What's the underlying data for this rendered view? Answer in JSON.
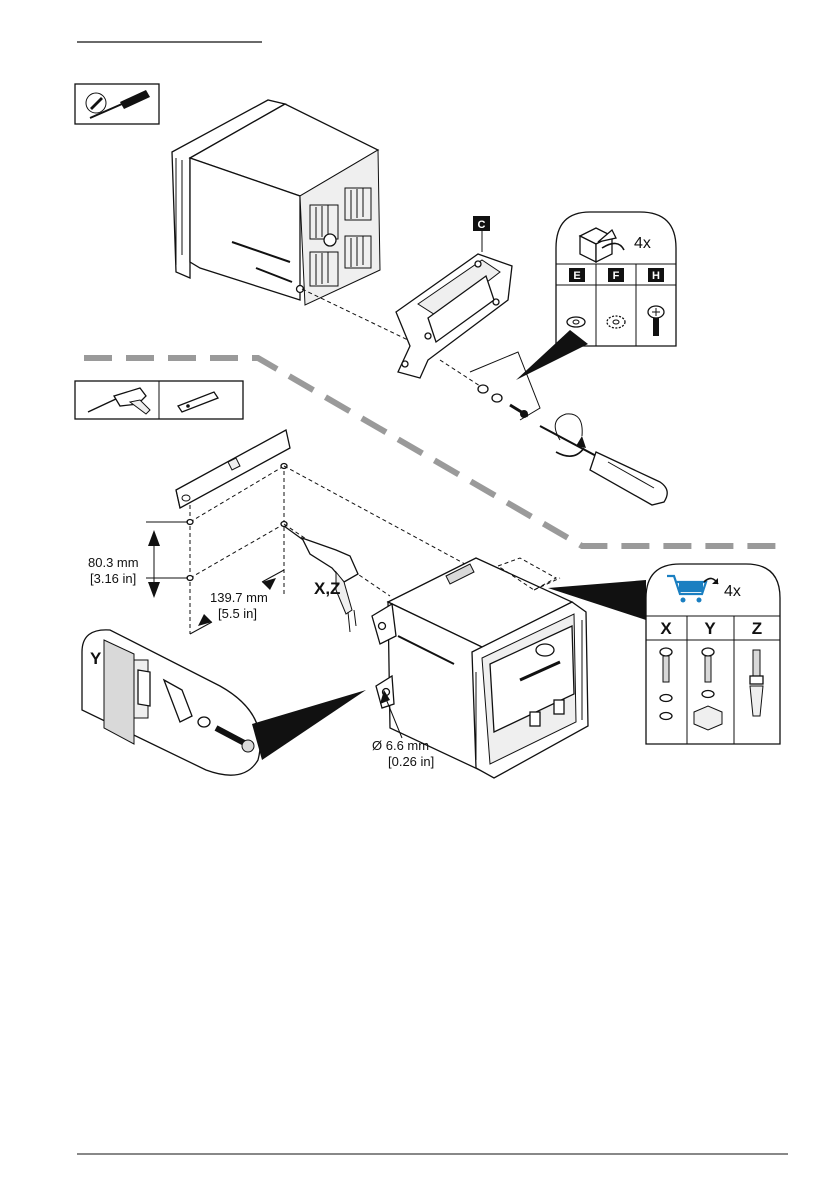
{
  "page": {
    "header_rule": true,
    "footer_rule": true
  },
  "callouts": {
    "bracket": "C",
    "hardware_e": "E",
    "hardware_f": "F",
    "hardware_h": "H",
    "supplied_qty": "4x",
    "user_supplied_qty": "4x"
  },
  "hardware_columns": [
    "X",
    "Y",
    "Z"
  ],
  "wall_detail_label": "Y",
  "drill_label": "X,Z",
  "dimensions": {
    "vertical_mm": "80.3 mm",
    "vertical_in": "[3.16 in]",
    "horizontal_mm": "139.7 mm",
    "horizontal_in": "[5.5 in]",
    "hole_mm": "Ø 6.6 mm",
    "hole_in": "[0.26 in]"
  },
  "icons": {
    "tool_box_1": [
      "screwdriver-tip-icon",
      "screwdriver-icon"
    ],
    "tool_box_2": [
      "drill-icon",
      "spirit-level-icon"
    ],
    "supplied_icon": "open-box-icon",
    "user_supplied_icon": "shopping-cart-icon",
    "cart_color": "#1a7fc1"
  }
}
